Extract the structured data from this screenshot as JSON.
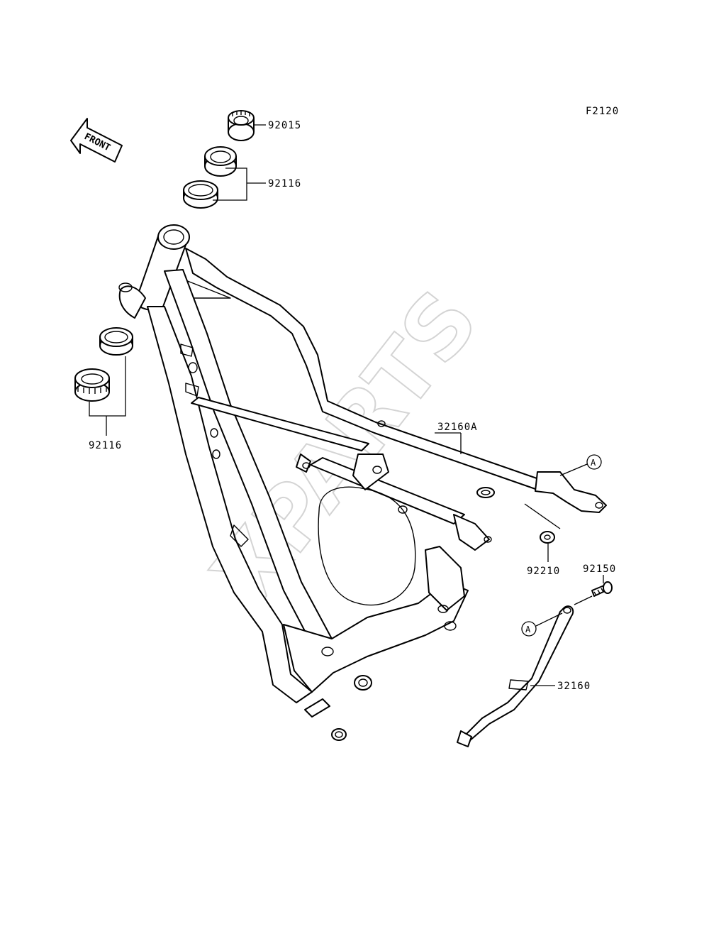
{
  "diagram_code": "F2120",
  "front_arrow": {
    "text": "FRONT"
  },
  "watermark": "XPARTS",
  "callouts": {
    "p92015": "92015",
    "p92116_top": "92116",
    "p92116_left": "92116",
    "p32160A": "32160A",
    "p92210": "92210",
    "p92150": "92150",
    "p32160": "32160",
    "ref_a_frame": "A",
    "ref_a_bracket": "A"
  }
}
